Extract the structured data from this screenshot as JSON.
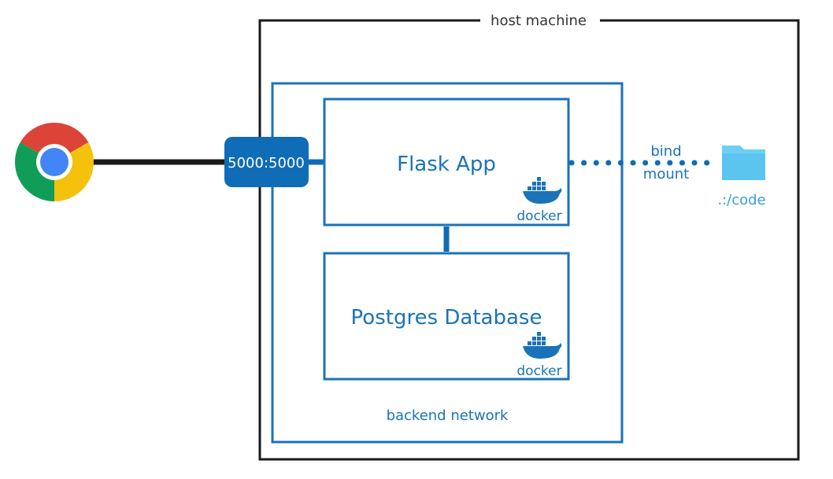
{
  "host": {
    "label": "host machine"
  },
  "network": {
    "label": "backend network"
  },
  "port": {
    "label": "5000:5000"
  },
  "containers": [
    {
      "title": "Flask App",
      "badge": "docker"
    },
    {
      "title": "Postgres Database",
      "badge": "docker"
    }
  ],
  "mount": {
    "line1": "bind",
    "line2": "mount"
  },
  "folder": {
    "label": ".:/code"
  },
  "icons": {
    "browser": "chrome-icon",
    "folder": "folder-icon",
    "docker": "docker-whale-icon"
  },
  "colors": {
    "host_border": "#1a1a1a",
    "network_border": "#1a73b8",
    "port_fill": "#0f6cb6",
    "folder": "#6dcff6"
  }
}
